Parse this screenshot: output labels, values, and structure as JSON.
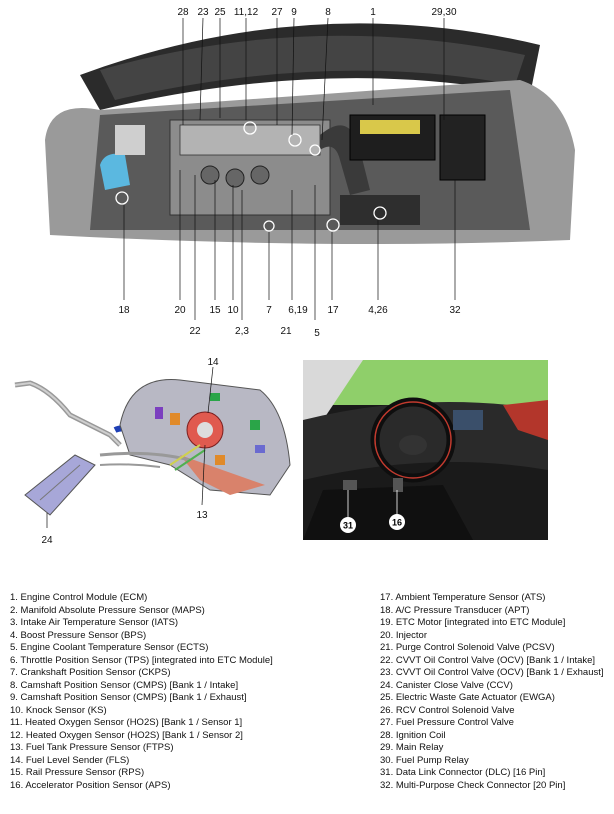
{
  "engine_labels": {
    "top": [
      "28",
      "23",
      "25",
      "11,12",
      "27",
      "9",
      "8",
      "1",
      "29,30"
    ],
    "bottom_row1": [
      "18",
      "20",
      "15",
      "10",
      "7",
      "6,19",
      "5",
      "17",
      "4,26",
      "32"
    ],
    "bottom_row2": [
      "22",
      "2,3",
      "21"
    ]
  },
  "tank_labels": [
    "14",
    "13",
    "24"
  ],
  "cabin_labels": [
    "31",
    "16"
  ],
  "legend_left": [
    "1. Engine Control Module (ECM)",
    "2. Manifold Absolute Pressure Sensor (MAPS)",
    "3. Intake Air Temperature Sensor (IATS)",
    "4. Boost Pressure Sensor (BPS)",
    "5. Engine Coolant Temperature Sensor (ECTS)",
    "6. Throttle Position Sensor (TPS) [integrated into ETC Module]",
    "7. Crankshaft Position Sensor (CKPS)",
    "8. Camshaft Position Sensor (CMPS) [Bank 1 / Intake]",
    "9. Camshaft Position Sensor (CMPS) [Bank 1 / Exhaust]",
    "10. Knock Sensor (KS)",
    "11. Heated Oxygen Sensor (HO2S) [Bank 1 / Sensor 1]",
    "12. Heated Oxygen Sensor (HO2S) [Bank 1 / Sensor 2]",
    "13. Fuel Tank Pressure Sensor (FTPS)",
    "14. Fuel Level Sender (FLS)",
    "15. Rail Pressure Sensor (RPS)",
    "16. Accelerator Position Sensor (APS)"
  ],
  "legend_right": [
    "17. Ambient Temperature Sensor (ATS)",
    "18. A/C Pressure Transducer (APT)",
    "19. ETC Motor [integrated into ETC Module]",
    "20. Injector",
    "21. Purge Control Solenoid Valve (PCSV)",
    "22. CVVT Oil Control Valve (OCV) [Bank 1 / Intake]",
    "23. CVVT Oil Control Valve (OCV) [Bank 1 / Exhaust]",
    "24. Canister Close Valve (CCV)",
    "25. Electric Waste Gate Actuator (EWGA)",
    "26. RCV Control Solenoid Valve",
    "27. Fuel Pressure Control Valve",
    "28. Ignition Coil",
    "29. Main Relay",
    "30. Fuel Pump Relay",
    "31. Data Link Connector (DLC) [16 Pin]",
    "32. Multi-Purpose Check Connector [20 Pin]"
  ]
}
